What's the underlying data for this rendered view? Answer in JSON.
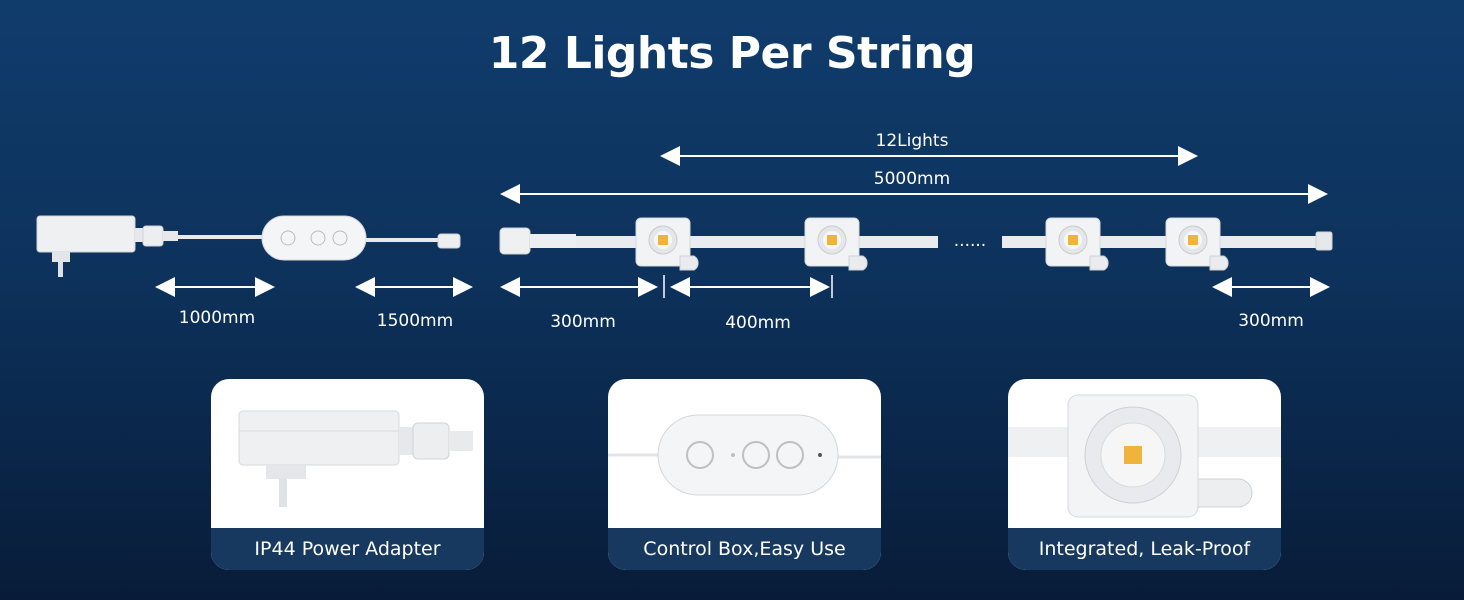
{
  "title": "12 Lights Per String",
  "dimensions": {
    "lights_count": "12Lights",
    "total_length": "5000mm",
    "adapter_cable": "1000mm",
    "controller_cable": "1500mm",
    "lead_in": "300mm",
    "spacing": "400mm",
    "tail": "300mm",
    "ellipsis": "......"
  },
  "cards": [
    {
      "caption": "IP44 Power Adapter",
      "icon": "power-adapter"
    },
    {
      "caption": "Control Box,Easy Use",
      "icon": "control-box"
    },
    {
      "caption": "Integrated, Leak-Proof",
      "icon": "light-socket"
    }
  ],
  "colors": {
    "background": "#0d325c",
    "caption_band": "#17395f",
    "bulb": "#f0b43c"
  }
}
